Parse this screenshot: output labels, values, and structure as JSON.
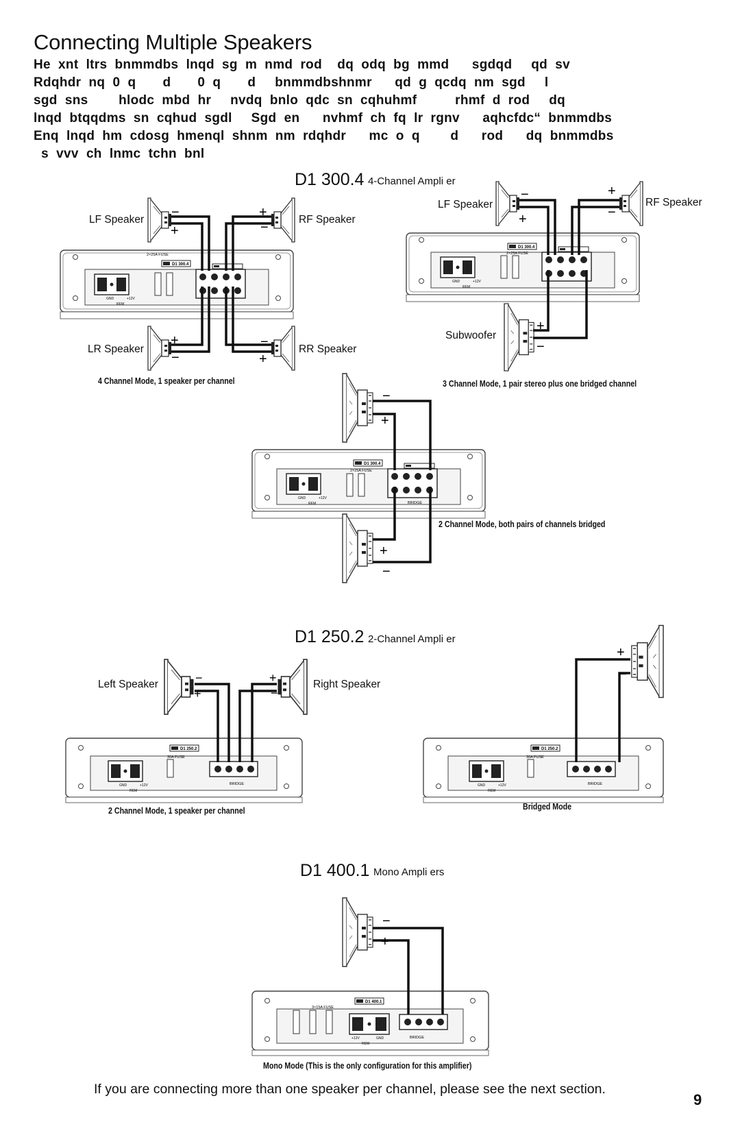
{
  "page": {
    "title": "Connecting Multiple Speakers",
    "body_lines": [
      "He  xnt  ltrs  bnmmdbs  lnqd  sg  m  nmd  rod    dq  odq  bg  mmd      sgdqd     qd  sv",
      "Rdqhdr  nq  0  q       d       0  q       d     bnmmdbshnmr      qd  g  qcdq  nm  sgd     l",
      "sgd  sns        hlodc  mbd  hr     nvdq  bnlo  qdc  sn  cqhuhmf          rhmf  d  rod     dq",
      "lnqd  btqqdms  sn  cqhud  sgdl     Sgd  en      nvhmf  ch  fq  lr  rgnv      aqhcfdc“  bnmmdbs",
      "Enq  lnqd  hm  cdosg  hmenql  shnm  nm  rdqhdr      mc  o  q        d      rod      dq  bnmmdbs",
      "  s  vvv  ch  lnmc  tchn  bnl"
    ],
    "footer_text": "If you are connecting more than one speaker per channel, please see the next section.",
    "page_number": "9"
  },
  "sections": {
    "d1_300": {
      "model": "D1 300.4",
      "subtitle": "4-Channel Ampli er",
      "badge": "D1 300.4",
      "fuse_label": "2×25A FUSE",
      "fuse_values": [
        "25A",
        "25A"
      ],
      "gnd": "GND",
      "rem": "REM",
      "v12": "+12V",
      "bridge": "BRIDGE",
      "diagrams": {
        "four_ch": {
          "caption": "4 Channel Mode, 1 speaker per channel",
          "speakers": [
            "LF Speaker",
            "RF Speaker",
            "LR Speaker",
            "RR Speaker"
          ]
        },
        "three_ch": {
          "caption": "3 Channel Mode, 1 pair stereo plus one bridged channel",
          "speakers": [
            "LF Speaker",
            "RF Speaker",
            "Subwoofer"
          ]
        },
        "two_ch": {
          "caption": "2 Channel Mode, both pairs of channels bridged"
        }
      }
    },
    "d1_250": {
      "model": "D1 250.2",
      "subtitle": "2-Channel Ampli er",
      "badge": "D1 250.2",
      "fuse_label": "30A FUSE",
      "fuse_values": [
        "30A"
      ],
      "gnd": "GND",
      "rem": "REM",
      "v12": "+12V",
      "bridge": "BRIDGE",
      "diagrams": {
        "stereo": {
          "caption": "2 Channel Mode, 1 speaker per channel",
          "speakers": [
            "Left Speaker",
            "Right Speaker"
          ]
        },
        "bridged": {
          "caption": "Bridged Mode"
        }
      }
    },
    "d1_400": {
      "model": "D1 400.1",
      "subtitle": "Mono Ampli ers",
      "badge": "D1 400.1",
      "fuse_label": "3×15A FUSE",
      "fuse_values": [
        "15A",
        "15A",
        "15A"
      ],
      "gnd": "GND",
      "rem": "REM",
      "v12": "+12V",
      "bridge": "BRIDGE",
      "caption": "Mono Mode (This is the only configuration for this amplifier)"
    }
  },
  "colors": {
    "ink": "#111111",
    "outline": "#444444",
    "panel": "#f2f2f2",
    "wire": "#111111"
  }
}
